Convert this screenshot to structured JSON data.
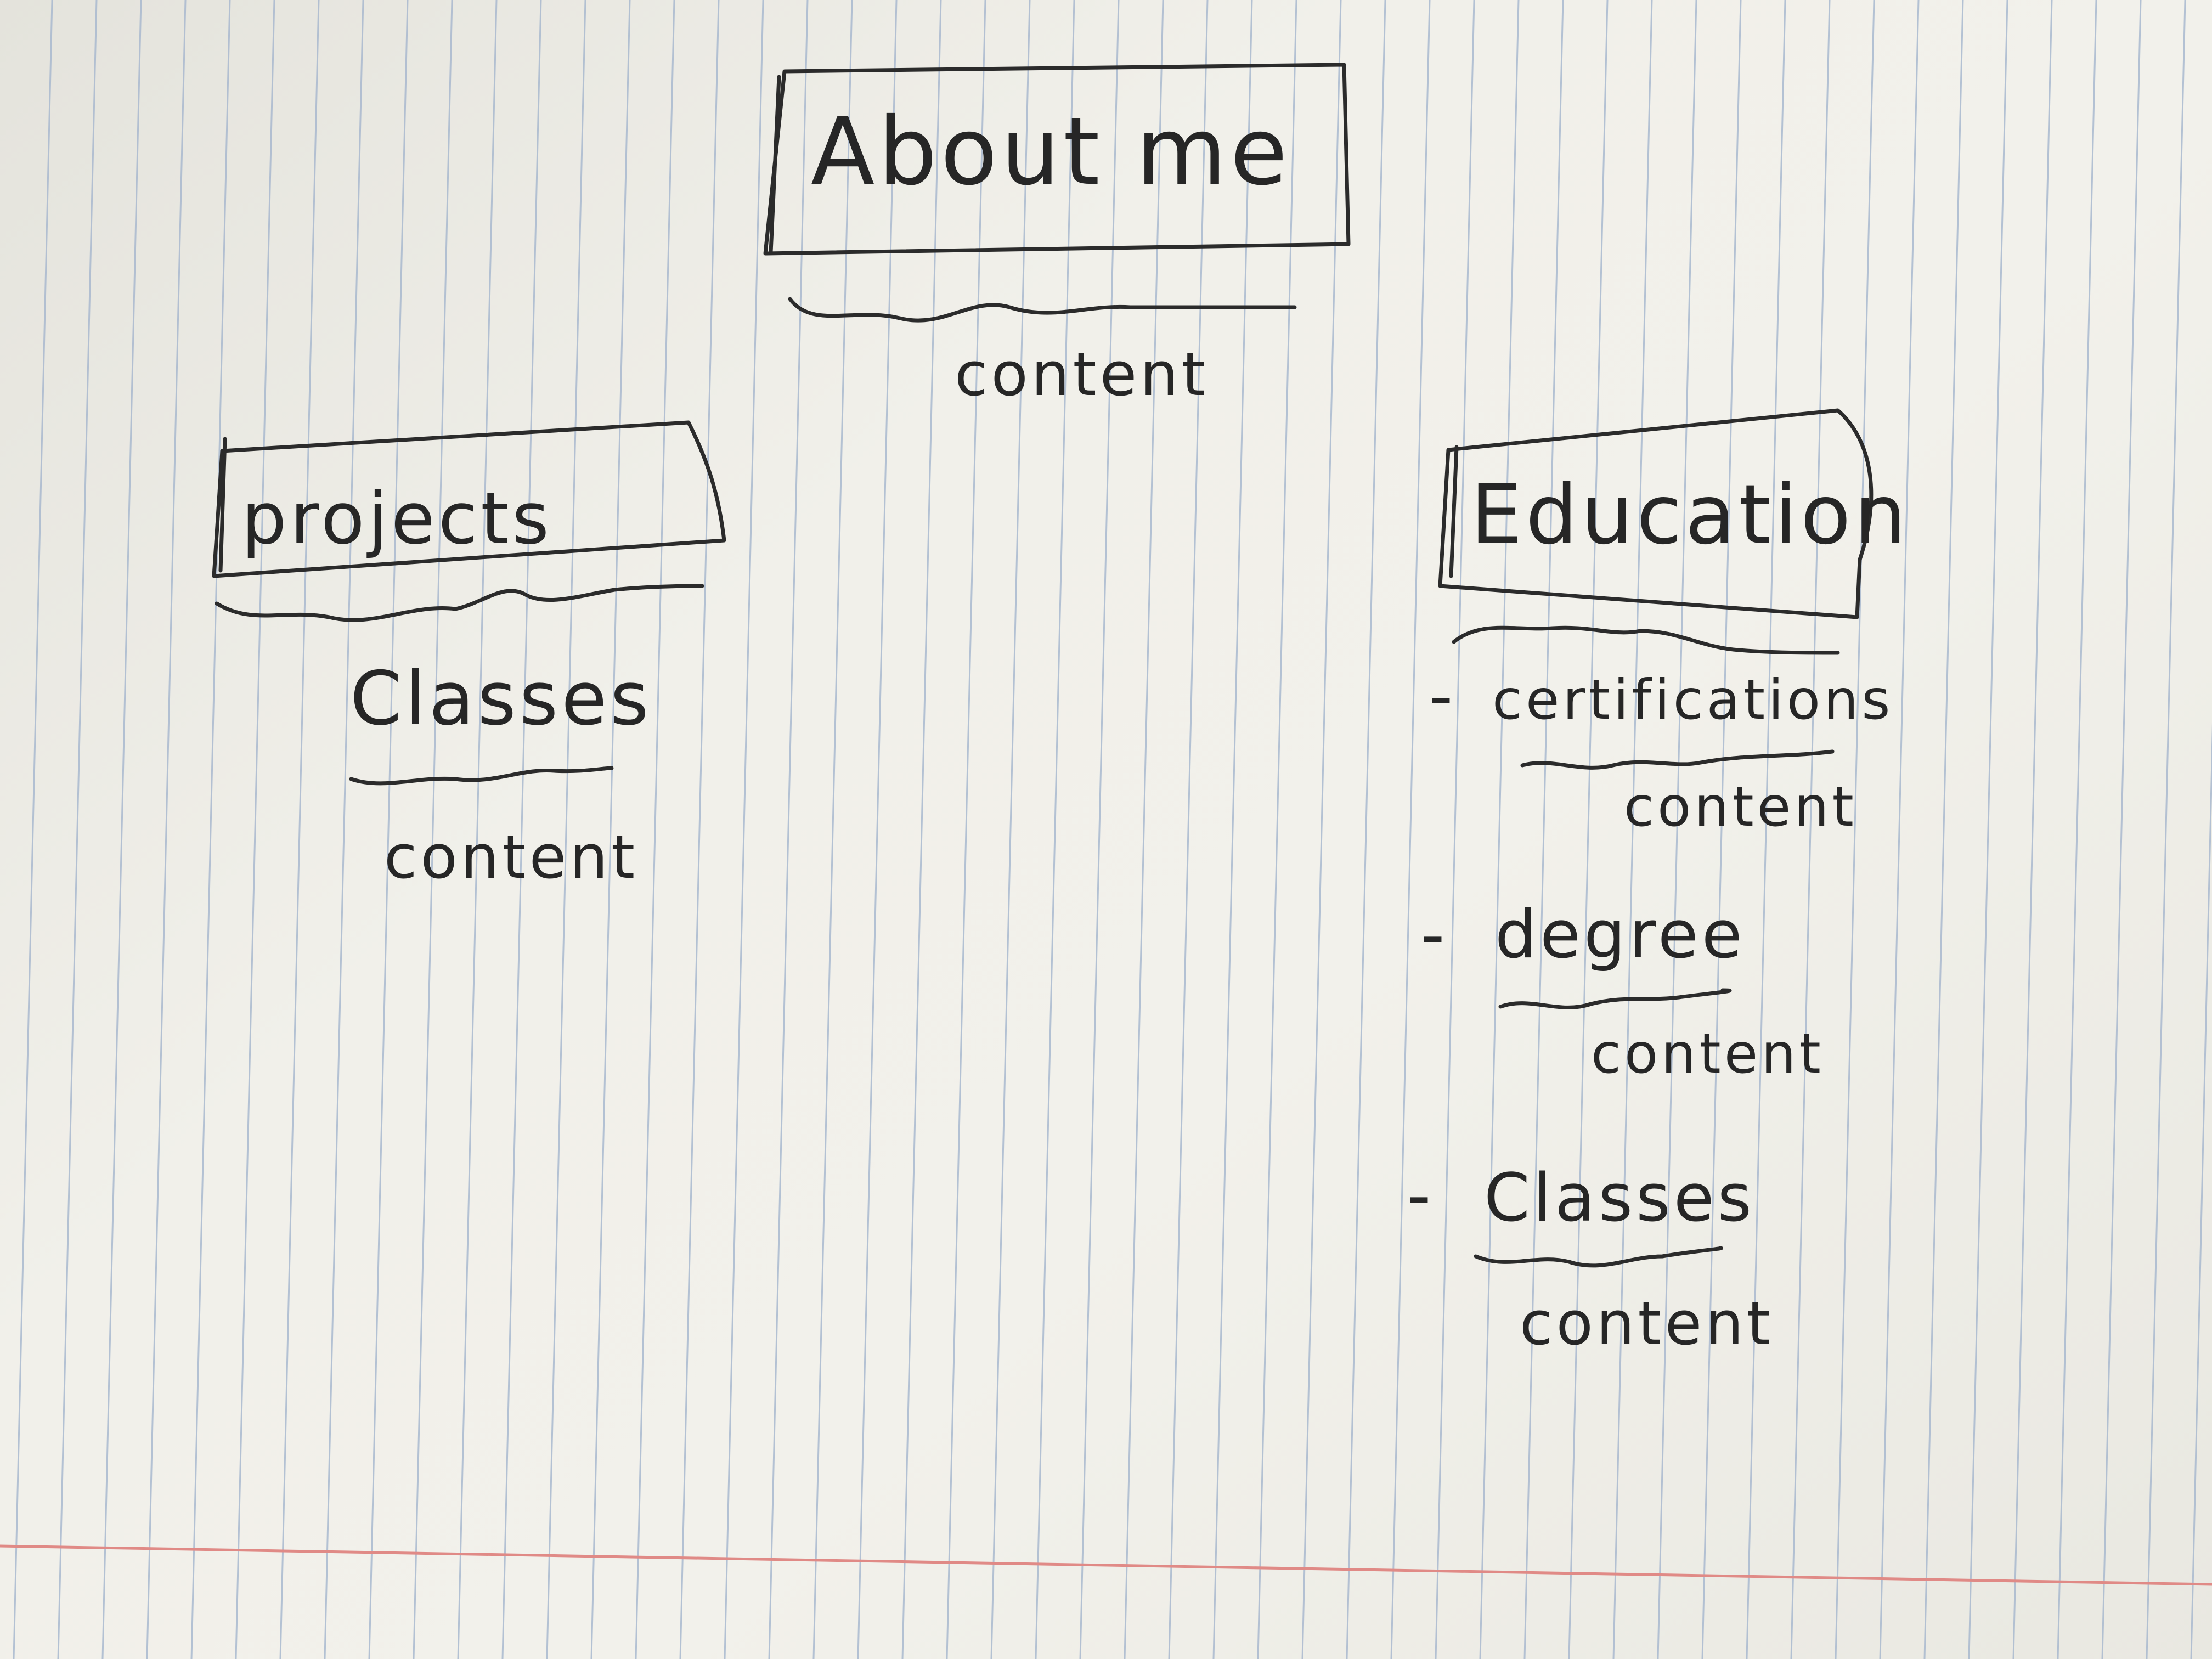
{
  "colors": {
    "paper": "#f0efe9",
    "rule_line": "#a9b9cf",
    "margin_line": "#e08a86",
    "ink": "#2b2b2b"
  },
  "sketch": {
    "about": {
      "title": "About me",
      "content": "content"
    },
    "projects": {
      "title": "projects",
      "subheading": "Classes",
      "content": "content"
    },
    "education": {
      "title": "Education",
      "items": [
        {
          "bullet": "-",
          "label": "certifications",
          "content": "content"
        },
        {
          "bullet": "-",
          "label": "degree",
          "content": "content"
        },
        {
          "bullet": "-",
          "label": "Classes",
          "content": "content"
        }
      ]
    }
  }
}
